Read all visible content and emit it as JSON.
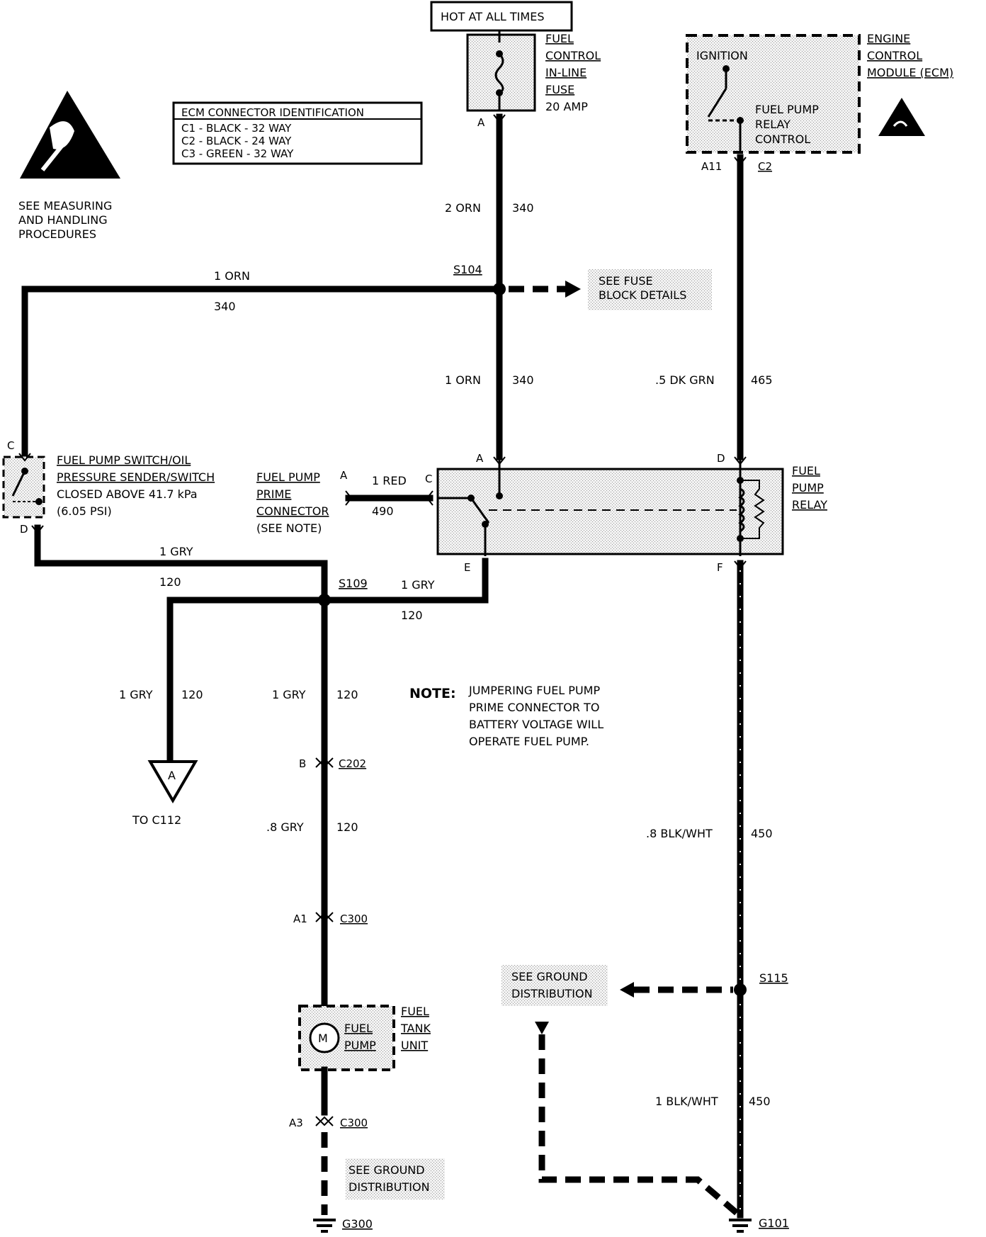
{
  "header": {
    "hot_at_all_times": "HOT AT ALL TIMES"
  },
  "fuse": {
    "line1": "FUEL",
    "line2": "CONTROL",
    "line3": "IN-LINE",
    "line4": "FUSE",
    "rating": "20 AMP",
    "pin": "A"
  },
  "ecm": {
    "title1": "ENGINE",
    "title2": "CONTROL",
    "title3": "MODULE (ECM)",
    "ignition": "IGNITION",
    "relay_ctrl1": "FUEL PUMP",
    "relay_ctrl2": "RELAY",
    "relay_ctrl3": "CONTROL",
    "pin": "A11",
    "connector": "C2"
  },
  "ecm_id": {
    "title": "ECM CONNECTOR IDENTIFICATION",
    "rows": [
      "C1 - BLACK - 32 WAY",
      "C2 - BLACK - 24 WAY",
      "C3 - GREEN - 32 WAY"
    ]
  },
  "esd_note": {
    "line1": "SEE MEASURING",
    "line2": "AND HANDLING",
    "line3": "PROCEDURES"
  },
  "wires": {
    "w1": {
      "color": "2 ORN",
      "circuit": "340"
    },
    "w2": {
      "color": "1 ORN",
      "circuit": "340"
    },
    "w3": {
      "color": "1 ORN",
      "circuit": "340"
    },
    "w4": {
      "color": ".5 DK GRN",
      "circuit": "465"
    },
    "w5": {
      "color": "1 RED",
      "circuit": "490"
    },
    "w6": {
      "color": "1 GRY",
      "circuit": "120"
    },
    "w7": {
      "color": "1 GRY",
      "circuit": "120"
    },
    "w8": {
      "color": "1 GRY",
      "circuit": "120"
    },
    "w9": {
      "color": "1 GRY",
      "circuit": "120"
    },
    "w10": {
      "color": ".8 GRY",
      "circuit": "120"
    },
    "w11": {
      "color": ".8 BLK/WHT",
      "circuit": "450"
    },
    "w12": {
      "color": "1 BLK/WHT",
      "circuit": "450"
    }
  },
  "splices": {
    "s104": "S104",
    "s109": "S109",
    "s115": "S115"
  },
  "fuse_block_ref": {
    "line1": "SEE FUSE",
    "line2": "BLOCK DETAILS"
  },
  "oil_switch": {
    "line1": "FUEL PUMP SWITCH/OIL",
    "line2": "PRESSURE SENDER/SWITCH",
    "line3": "CLOSED ABOVE 41.7 kPa",
    "line4": "(6.05 PSI)",
    "pin_c": "C",
    "pin_d": "D"
  },
  "prime_conn": {
    "line1": "FUEL PUMP",
    "line2": "PRIME",
    "line3": "CONNECTOR",
    "line4": "(SEE NOTE)",
    "pin_a": "A",
    "pin_c": "C"
  },
  "relay": {
    "line1": "FUEL",
    "line2": "PUMP",
    "line3": "RELAY",
    "pin_a": "A",
    "pin_d": "D",
    "pin_e": "E",
    "pin_f": "F"
  },
  "note": {
    "label": "NOTE:",
    "line1": "JUMPERING FUEL PUMP",
    "line2": "PRIME CONNECTOR TO",
    "line3": "BATTERY VOLTAGE WILL",
    "line4": "OPERATE FUEL PUMP."
  },
  "offpage": {
    "letter": "A",
    "label": "TO C112"
  },
  "connectors": {
    "c202": "C202",
    "c202_pin": "B",
    "c300a": "C300",
    "c300a_pin": "A1",
    "c300b": "C300",
    "c300b_pin": "A3"
  },
  "fuel_tank": {
    "line1": "FUEL",
    "line2": "TANK",
    "line3": "UNIT",
    "pump1": "FUEL",
    "pump2": "PUMP",
    "motor": "M"
  },
  "ground_ref1": {
    "line1": "SEE GROUND",
    "line2": "DISTRIBUTION"
  },
  "ground_ref2": {
    "line1": "SEE GROUND",
    "line2": "DISTRIBUTION"
  },
  "grounds": {
    "g300": "G300",
    "g101": "G101"
  }
}
